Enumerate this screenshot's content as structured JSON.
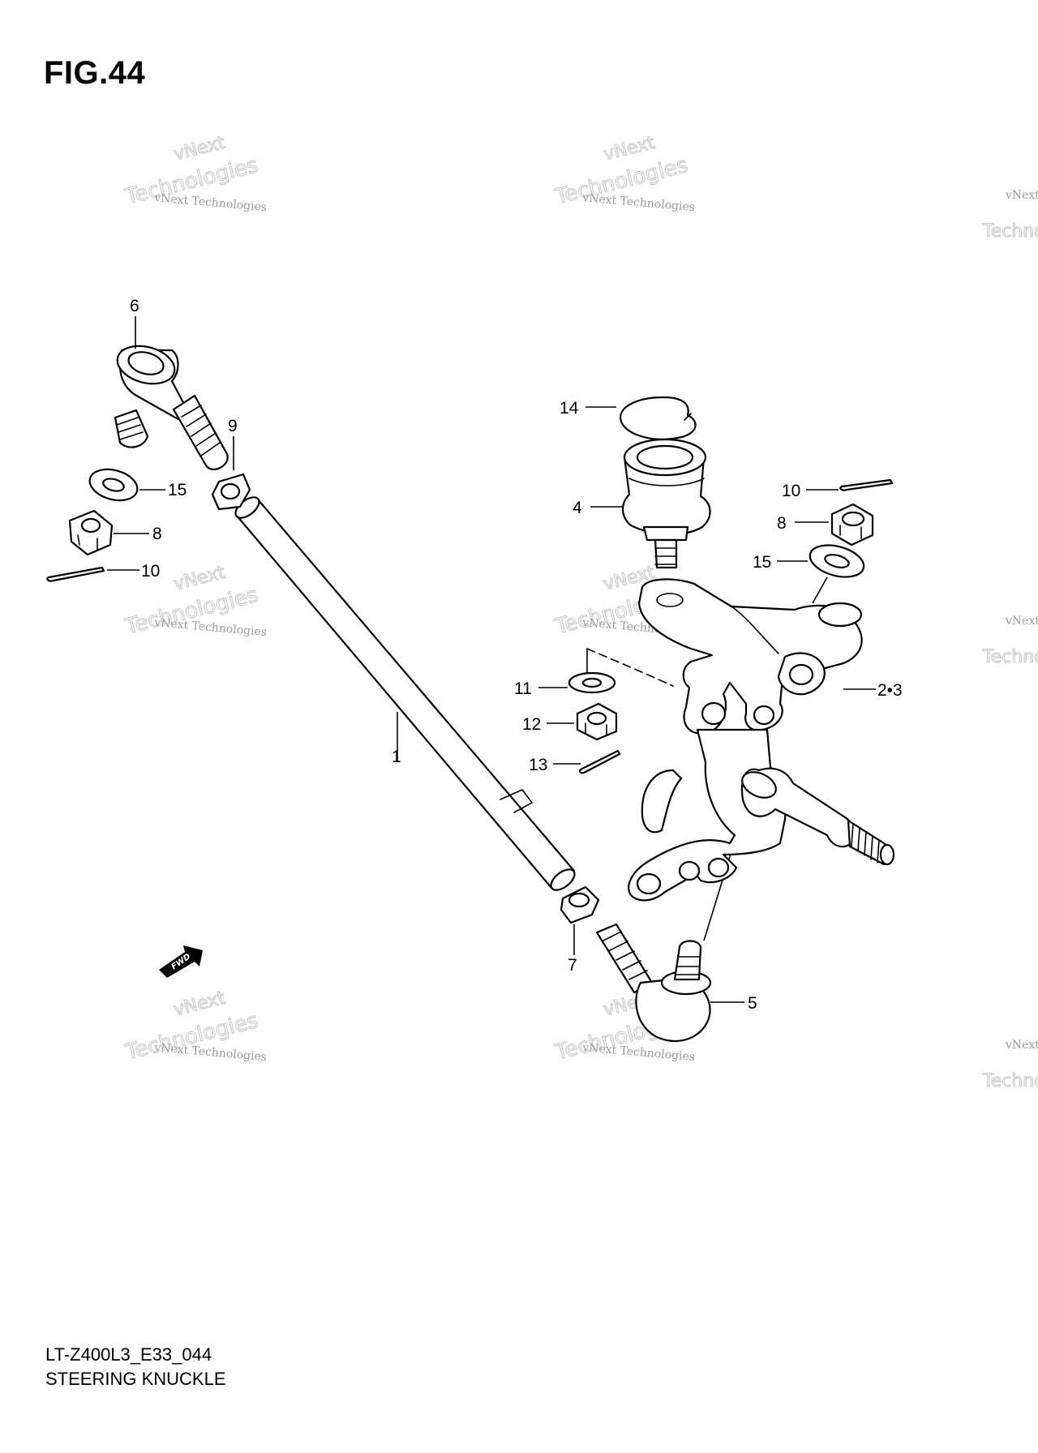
{
  "figure": {
    "title": "FIG.44",
    "code": "LT-Z400L3_E33_044",
    "name": "STEERING KNUCKLE"
  },
  "callouts": {
    "c1": "1",
    "c23": "2•3",
    "c4": "4",
    "c5": "5",
    "c6": "6",
    "c7": "7",
    "c8a": "8",
    "c8b": "8",
    "c9": "9",
    "c10a": "10",
    "c10b": "10",
    "c11": "11",
    "c12": "12",
    "c13": "13",
    "c14": "14",
    "c15a": "15",
    "c15b": "15"
  },
  "watermark": {
    "line1": "vNext Technologies",
    "line2": "Technologies",
    "line3": "vNext"
  },
  "direction_arrow": {
    "label": "FWD"
  }
}
